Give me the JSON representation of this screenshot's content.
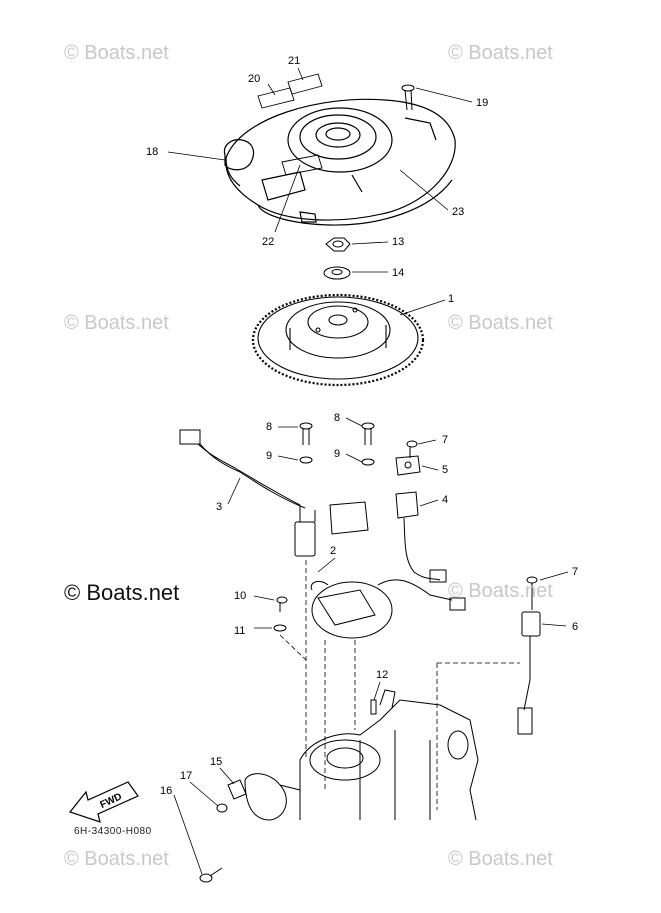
{
  "watermarks": {
    "top_left": "© Boats.net",
    "top_right": "© Boats.net",
    "mid_left": "© Boats.net",
    "mid_right": "© Boats.net",
    "center": "© Boats.net",
    "lower_right": "© Boats.net",
    "bottom_left": "© Boats.net",
    "bottom_right": "© Boats.net"
  },
  "diagram_code": "6H-34300-H080",
  "direction_label": "FWD",
  "callouts": {
    "c1": "1",
    "c2": "2",
    "c3": "3",
    "c4": "4",
    "c5": "5",
    "c6": "6",
    "c7a": "7",
    "c7b": "7",
    "c8a": "8",
    "c8b": "8",
    "c9a": "9",
    "c9b": "9",
    "c10": "10",
    "c11": "11",
    "c12": "12",
    "c13": "13",
    "c14": "14",
    "c15": "15",
    "c16": "16",
    "c17": "17",
    "c18": "18",
    "c19": "19",
    "c20": "20",
    "c21": "21",
    "c22": "22",
    "c23": "23"
  }
}
